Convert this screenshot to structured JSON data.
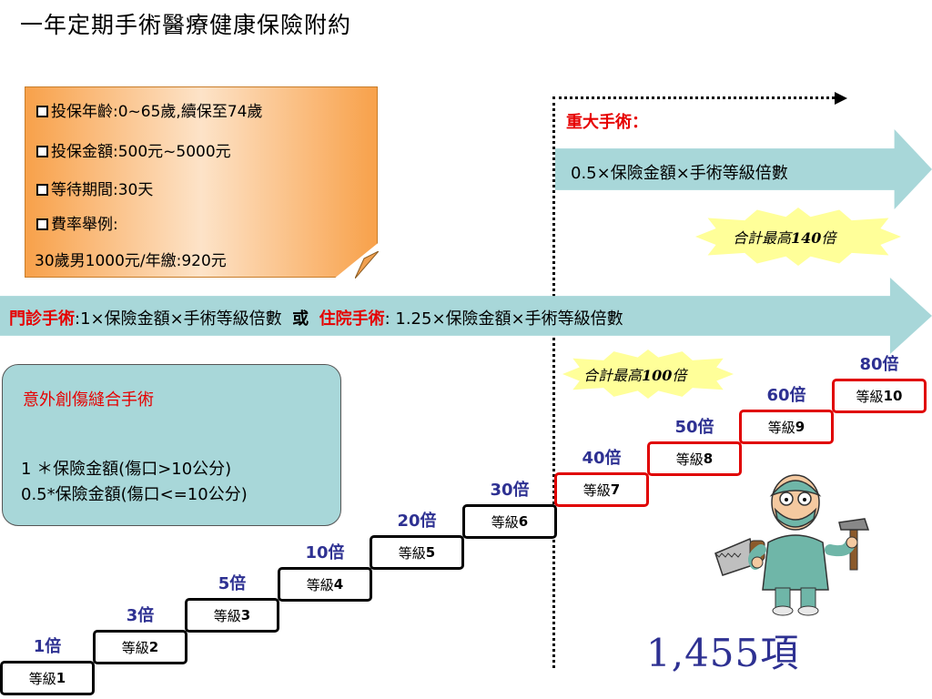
{
  "title": "一年定期手術醫療健康保險附約",
  "note": {
    "line1": "投保年齡:0~65歲,續保至74歲",
    "line2": "投保金額:500元~5000元",
    "line3": "等待期間:30天",
    "line4": "費率舉例:",
    "line5": "30歲男1000元/年繳:920元"
  },
  "major": {
    "label": "重大手術：",
    "formula": "0.5×保險金額×手術等級倍數",
    "max_prefix": "合計最高",
    "max_value": "140",
    "max_suffix": "倍"
  },
  "main": {
    "outpatient_label": "門診手術",
    "outpatient_formula": ":1×保險金額×手術等級倍數",
    "or": "或",
    "inpatient_label": "住院手術",
    "inpatient_formula": ": 1.25×保險金額×手術等級倍數",
    "max_prefix": "合計最高",
    "max_value": "100",
    "max_suffix": "倍"
  },
  "accident": {
    "header": "意外創傷縫合手術",
    "line1": "1 ＊保險金額(傷口>10公分)",
    "line2": "0.5*保險金額(傷口<=10公分)"
  },
  "levels": [
    {
      "prefix": "等級",
      "num": "1",
      "multiplier": "1倍"
    },
    {
      "prefix": "等級",
      "num": "2",
      "multiplier": "3倍"
    },
    {
      "prefix": "等級",
      "num": "3",
      "multiplier": "5倍"
    },
    {
      "prefix": "等級",
      "num": "4",
      "multiplier": "10倍"
    },
    {
      "prefix": "等級",
      "num": "5",
      "multiplier": "20倍"
    },
    {
      "prefix": "等級",
      "num": "6",
      "multiplier": "30倍"
    },
    {
      "prefix": "等級",
      "num": "7",
      "multiplier": "40倍"
    },
    {
      "prefix": "等級",
      "num": "8",
      "multiplier": "50倍"
    },
    {
      "prefix": "等級",
      "num": "9",
      "multiplier": "60倍"
    },
    {
      "prefix": "等級",
      "num": "10",
      "multiplier": "80倍"
    }
  ],
  "items_count": "1,455項",
  "colors": {
    "arrow": "#a8d7d9",
    "red": "#e60000",
    "blue": "#2e3192",
    "star": "#ffff99"
  },
  "icons": {
    "checkbox": "checkbox-icon",
    "doctor": "surgeon-illustration"
  }
}
